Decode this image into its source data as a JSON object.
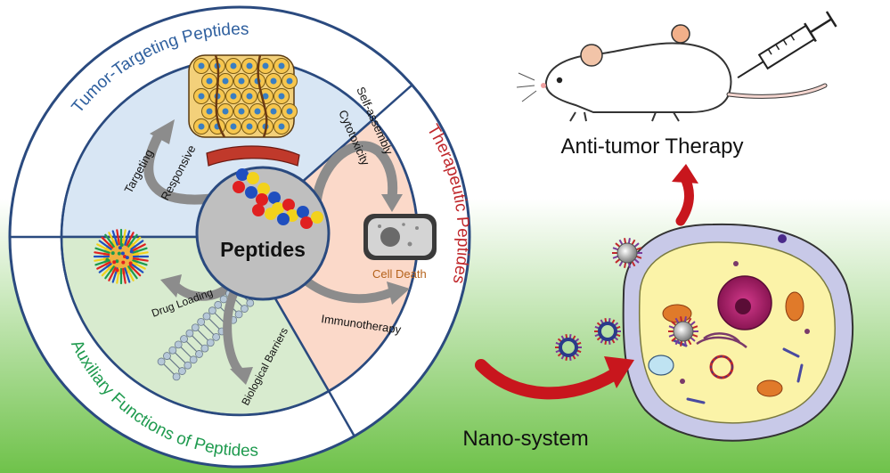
{
  "colors": {
    "bg_top": "#ffffff",
    "bg_bottom": "#6fc24a",
    "ring_blue": "#2a4a7f",
    "tumor_title": "#2e5f9e",
    "therapeutic_title": "#c0282c",
    "auxiliary_title": "#1e9a4e",
    "sector_tumor": "#d8e6f4",
    "sector_therapeutic": "#fbd9c9",
    "sector_auxiliary": "#d8ebcf",
    "center_fill": "#bfbfbf",
    "arrow_gray": "#8c8c8c",
    "red_arrow": "#c8161d",
    "cell_death_text": "#b5621b"
  },
  "wheel": {
    "center_label": "Peptides",
    "outer_titles": {
      "tumor": "Tumor-Targeting Peptides",
      "therapeutic": "Therapeutic Peptides",
      "auxiliary": "Auxiliary Functions of Peptides"
    },
    "tumor_labels": {
      "targeting": "Targeting",
      "responsive": "Responsive"
    },
    "therapeutic_labels": {
      "self_assembly": "Self-assembly",
      "cytotoxicity": "Cytotoxicity",
      "cell_death": "Cell Death",
      "immunotherapy": "Immunotherapy"
    },
    "auxiliary_labels": {
      "drug_loading": "Drug Loading",
      "biological_barriers": "Biological Barriers"
    }
  },
  "right": {
    "therapy_label": "Anti-tumor Therapy",
    "nano_label": "Nano-system",
    "icons": [
      "mouse-icon",
      "syringe-icon",
      "cell-icon",
      "nanoparticle-icon"
    ]
  }
}
